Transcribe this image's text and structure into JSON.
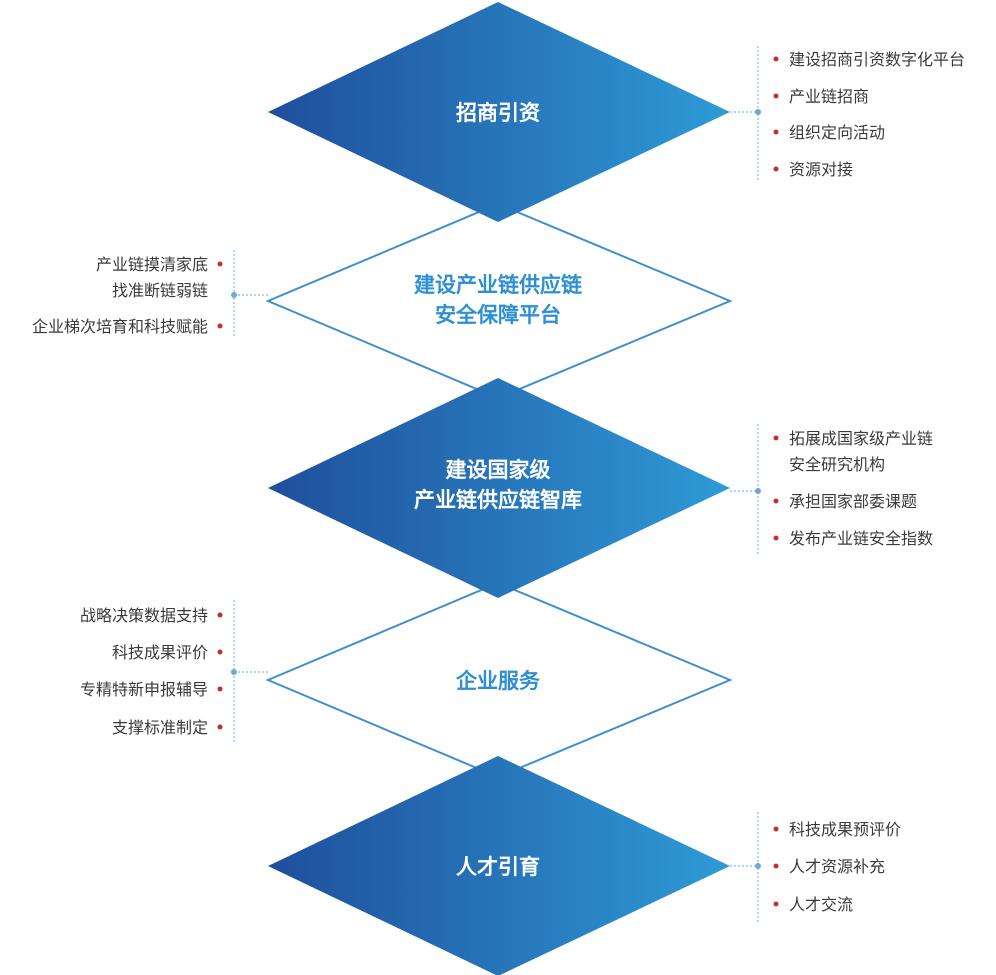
{
  "colors": {
    "gradient_start": "#1f4e9c",
    "gradient_end": "#2e9bd6",
    "outline": "#3e8fd0",
    "outline_text": "#2e8fd4",
    "filled_text": "#ffffff",
    "label_text": "#3a3a3a",
    "bullet": "#c0302e",
    "connector": "#6aa9d8"
  },
  "nodes": [
    {
      "id": "investment",
      "style": "filled",
      "lines": [
        "招商引资"
      ]
    },
    {
      "id": "security-platform",
      "style": "outline",
      "lines": [
        "建设产业链供应链",
        "安全保障平台"
      ]
    },
    {
      "id": "think-tank",
      "style": "filled",
      "lines": [
        "建设国家级",
        "产业链供应链智库"
      ]
    },
    {
      "id": "enterprise-service",
      "style": "outline",
      "lines": [
        "企业服务"
      ]
    },
    {
      "id": "talent",
      "style": "filled",
      "lines": [
        "人才引育"
      ]
    }
  ],
  "annotations": [
    {
      "node": "investment",
      "side": "right",
      "items": [
        [
          "建设招商引资数字化平台"
        ],
        [
          "产业链招商"
        ],
        [
          "组织定向活动"
        ],
        [
          "资源对接"
        ]
      ]
    },
    {
      "node": "security-platform",
      "side": "left",
      "items": [
        [
          "产业链摸清家底",
          "找准断链弱链"
        ],
        [
          "企业梯次培育和科技赋能"
        ]
      ]
    },
    {
      "node": "think-tank",
      "side": "right",
      "items": [
        [
          "拓展成国家级产业链",
          "安全研究机构"
        ],
        [
          "承担国家部委课题"
        ],
        [
          "发布产业链安全指数"
        ]
      ]
    },
    {
      "node": "enterprise-service",
      "side": "left",
      "items": [
        [
          "战略决策数据支持"
        ],
        [
          "科技成果评价"
        ],
        [
          "专精特新申报辅导"
        ],
        [
          "支撑标准制定"
        ]
      ]
    },
    {
      "node": "talent",
      "side": "right",
      "items": [
        [
          "科技成果预评价"
        ],
        [
          "人才资源补充"
        ],
        [
          "人才交流"
        ]
      ]
    }
  ]
}
